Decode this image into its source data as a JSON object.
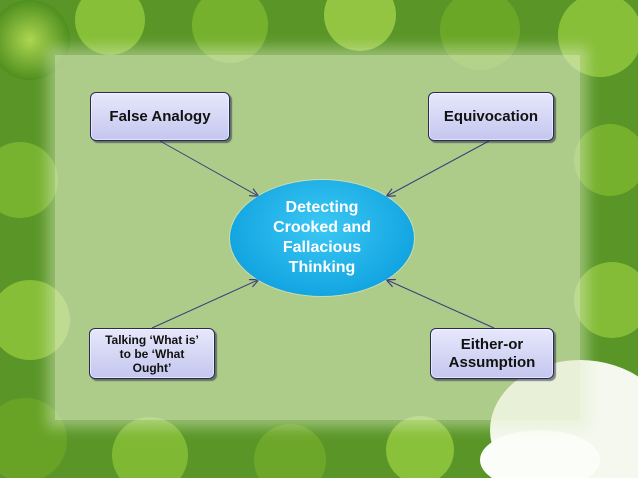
{
  "diagram": {
    "center": {
      "label": "Detecting\nCrooked and\nFallacious\nThinking"
    },
    "nodes": [
      {
        "id": "false-analogy",
        "label": "False Analogy"
      },
      {
        "id": "equivocation",
        "label": "Equivocation"
      },
      {
        "id": "talking-what-is",
        "label": "Talking ‘What is’\nto be ‘What\nOught’"
      },
      {
        "id": "either-or",
        "label": "Either-or\nAssumption"
      }
    ]
  },
  "colors": {
    "center_fill": "#14a6e2",
    "box_fill": "#d6d7f5",
    "connector": "#3b3f7a"
  }
}
